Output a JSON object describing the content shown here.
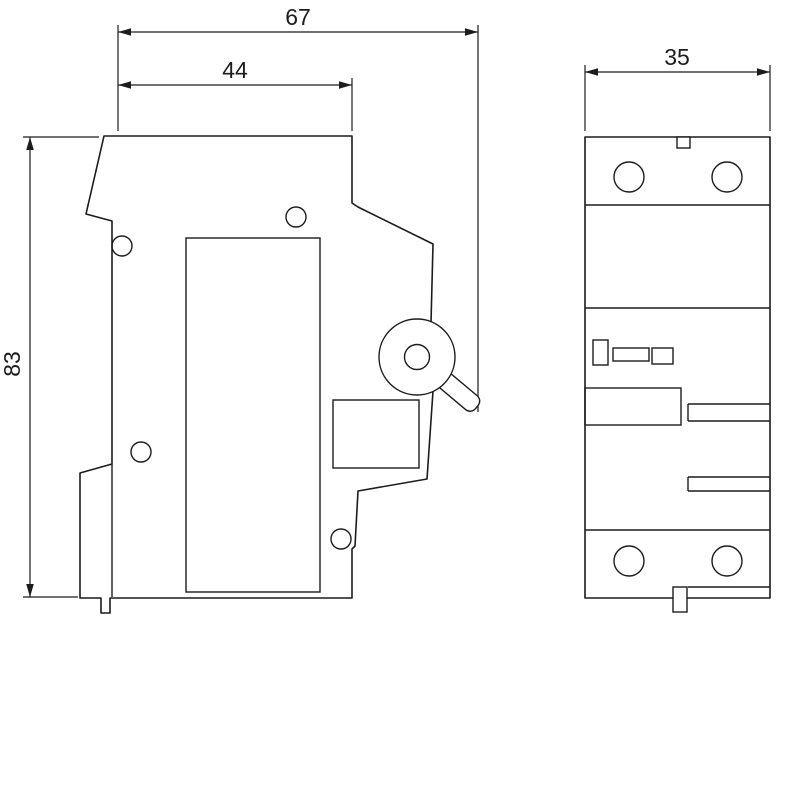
{
  "drawing": {
    "background": "#ffffff",
    "line_color": "#1c1c1c",
    "dimensions": {
      "d67": {
        "label": "67"
      },
      "d44": {
        "label": "44"
      },
      "d83": {
        "label": "83"
      },
      "d35": {
        "label": "35"
      }
    }
  }
}
